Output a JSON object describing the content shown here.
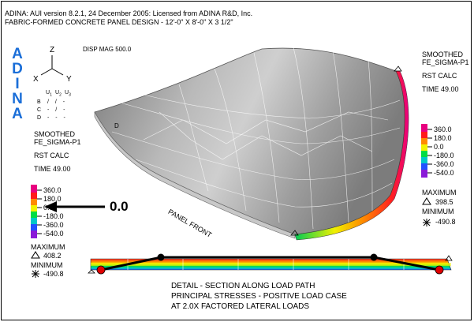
{
  "header": {
    "line1": "ADINA: AUI version 8.2.1, 24 December 2005: Licensed from ADINA R&D, Inc.",
    "line2": "FABRIC-FORMED CONCRETE PANEL DESIGN - 12'-0\" X 8'-0\" X 3 1/2\""
  },
  "logo": {
    "letters": [
      "A",
      "D",
      "I",
      "N",
      "A"
    ]
  },
  "disp_mag": "DISP MAG 500.0",
  "axes": {
    "z": "Z",
    "x": "X",
    "y": "Y"
  },
  "bcd": {
    "header": [
      "U",
      "U",
      "U"
    ],
    "subscripts": [
      "1",
      "2",
      "3"
    ],
    "rows": [
      {
        "label": "B",
        "marks": "/ / -"
      },
      {
        "label": "C",
        "marks": "- / -"
      },
      {
        "label": "D",
        "marks": "- - -"
      }
    ]
  },
  "left_legend": {
    "title1": "SMOOTHED",
    "title2": "FE_SIGMA-P1",
    "calc": "RST CALC",
    "time": "TIME 49.00",
    "scale": [
      "360.0",
      "180.0",
      "0.0",
      "-180.0",
      "-360.0",
      "-540.0"
    ],
    "maximum_label": "MAXIMUM",
    "maximum_value": "408.2",
    "minimum_label": "MINIMUM",
    "minimum_value": "-490.8"
  },
  "right_legend": {
    "title1": "SMOOTHED",
    "title2": "FE_SIGMA-P1",
    "calc": "RST CALC",
    "time": "TIME 49.00",
    "scale": [
      "360.0",
      "180.0",
      "0.0",
      "-180.0",
      "-360.0",
      "-540.0"
    ],
    "maximum_label": "MAXIMUM",
    "maximum_value": "398.5",
    "minimum_label": "MINIMUM",
    "minimum_value": "-490.8"
  },
  "arrow_label": "0.0",
  "panel_label": "PANEL FRONT",
  "corner_label": "D",
  "caption": {
    "line1": "DETAIL - SECTION ALONG LOAD PATH",
    "line2": "PRINCIPAL STRESSES - POSITIVE LOAD CASE",
    "line3": "AT 2.0X FACTORED LATERAL LOADS"
  },
  "colors": {
    "logo": "#1a6ed8",
    "scale": [
      "#e8007f",
      "#ff1a1a",
      "#ff8a00",
      "#f2f200",
      "#00dd44",
      "#00c8c8",
      "#2050ff",
      "#8a1ad8"
    ],
    "panel": "#a8a8a8",
    "load_path": "#000000",
    "supports": "#e00000"
  }
}
